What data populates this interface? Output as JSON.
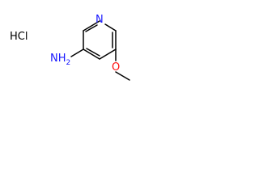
{
  "structure": {
    "salt_label": "HCl",
    "ring_nitrogen_label": "N",
    "amine_label": "NH",
    "amine_subscript": "2",
    "oxygen_label": "O",
    "colors": {
      "bond": "#000000",
      "nitrogen": "#1a1aff",
      "oxygen": "#ff0d0d",
      "text": "#000000"
    }
  }
}
